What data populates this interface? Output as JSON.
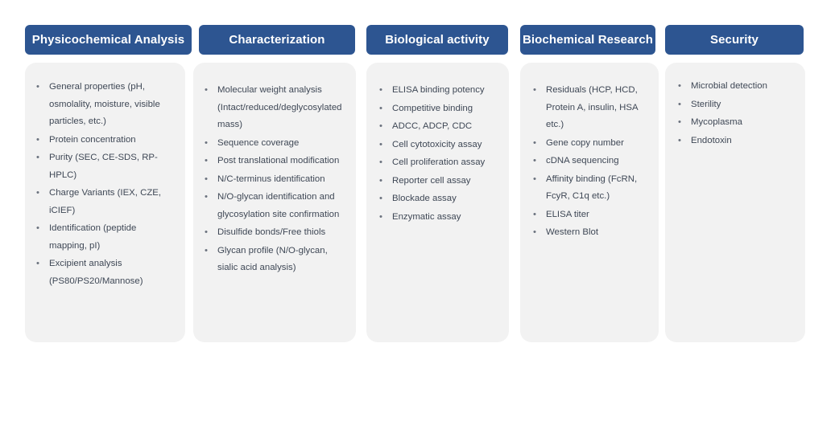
{
  "theme": {
    "header_bg": "#2d5591",
    "header_text": "#ffffff",
    "panel_bg": "#f2f2f2",
    "body_text": "#3f4856",
    "page_bg": "#ffffff"
  },
  "columns": [
    {
      "id": "physicochemical-analysis",
      "header": "Physicochemical Analysis",
      "items": [
        "General properties (pH, osmolality, moisture, visible particles, etc.)",
        "Protein concentration",
        "Purity (SEC,  CE-SDS, RP-HPLC)",
        "Charge Variants (IEX, CZE, iCIEF)",
        "Identification (peptide mapping, pI)",
        "Excipient analysis (PS80/PS20/Mannose)"
      ]
    },
    {
      "id": "characterization",
      "header": "Characterization",
      "items": [
        "Molecular weight analysis (Intact/reduced/deglycosylated mass)",
        "Sequence coverage",
        "Post translational modification",
        "N/C-terminus identification",
        "N/O-glycan identification and glycosylation site confirmation",
        "Disulfide bonds/Free thiols",
        "Glycan profile (N/O-glycan, sialic acid analysis)"
      ]
    },
    {
      "id": "biological-activity",
      "header": "Biological activity",
      "items": [
        "ELISA binding potency",
        "Competitive binding",
        "ADCC, ADCP, CDC",
        "Cell cytotoxicity assay",
        "Cell proliferation assay",
        "Reporter cell assay",
        "Blockade assay",
        "Enzymatic assay"
      ]
    },
    {
      "id": "biochemical-research",
      "header": "Biochemical Research",
      "items": [
        "Residuals (HCP, HCD, Protein A, insulin, HSA etc.)",
        "Gene copy number",
        "cDNA sequencing",
        "Affinity binding (FcRN, FcyR, C1q etc.)",
        "ELISA titer",
        "Western Blot"
      ]
    },
    {
      "id": "security",
      "header": "Security",
      "items": [
        "Microbial detection",
        "Sterility",
        "Mycoplasma",
        "Endotoxin"
      ]
    }
  ],
  "bullet_glyph": "•"
}
